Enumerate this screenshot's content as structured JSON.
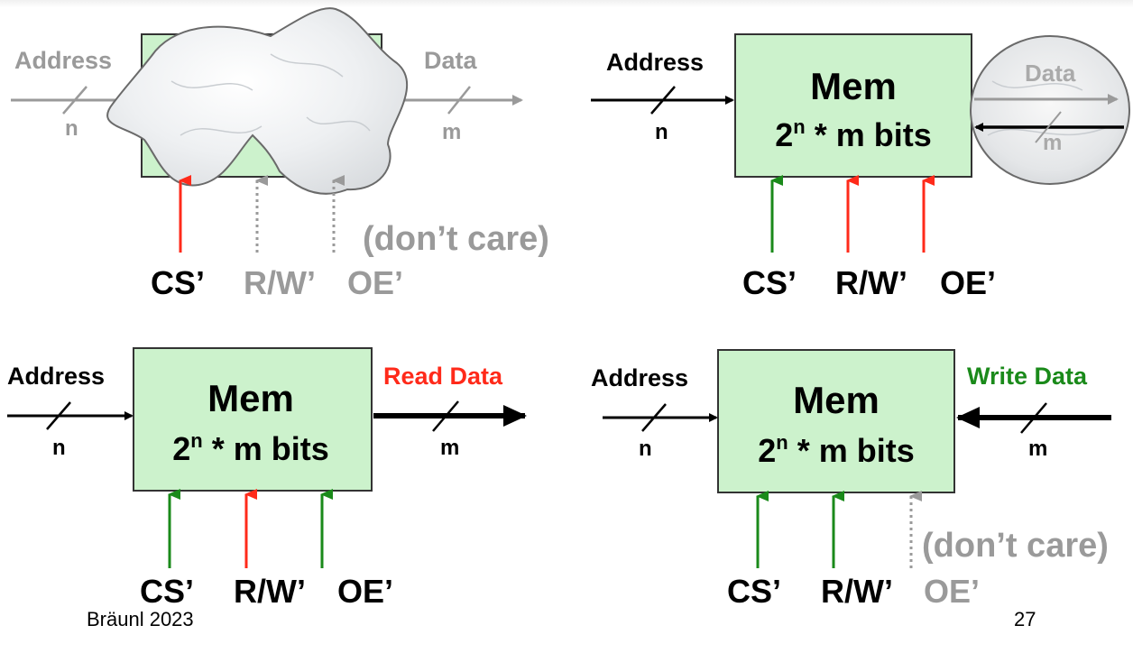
{
  "colors": {
    "box_fill": "#ccf2cc",
    "box_stroke": "#333333",
    "green": "#1a8a1a",
    "red": "#ff2a1a",
    "gray": "#9a9a9a",
    "black": "#000000"
  },
  "panels": {
    "top_left": {
      "address": "Address",
      "n": "n",
      "data": "Data",
      "m": "m",
      "cs": "CS’",
      "rw": "R/W’",
      "oe": "OE’",
      "note": "(don’t care)"
    },
    "top_right": {
      "address": "Address",
      "n": "n",
      "mem": "Mem",
      "bits_base": "2",
      "bits_exp": "n",
      "bits_rest": " * m bits",
      "data": "Data",
      "m": "m",
      "cs": "CS’",
      "rw": "R/W’",
      "oe": "OE’"
    },
    "bottom_left": {
      "address": "Address",
      "n": "n",
      "mem": "Mem",
      "bits_base": "2",
      "bits_exp": "n",
      "bits_rest": " * m bits",
      "data": "Read Data",
      "m": "m",
      "cs": "CS’",
      "rw": "R/W’",
      "oe": "OE’"
    },
    "bottom_right": {
      "address": "Address",
      "n": "n",
      "mem": "Mem",
      "bits_base": "2",
      "bits_exp": "n",
      "bits_rest": " * m bits",
      "data": "Write Data",
      "m": "m",
      "cs": "CS’",
      "rw": "R/W’",
      "oe": "OE’",
      "note": "(don’t care)"
    }
  },
  "footer": {
    "author": "Bräunl 2023",
    "page": "27"
  }
}
